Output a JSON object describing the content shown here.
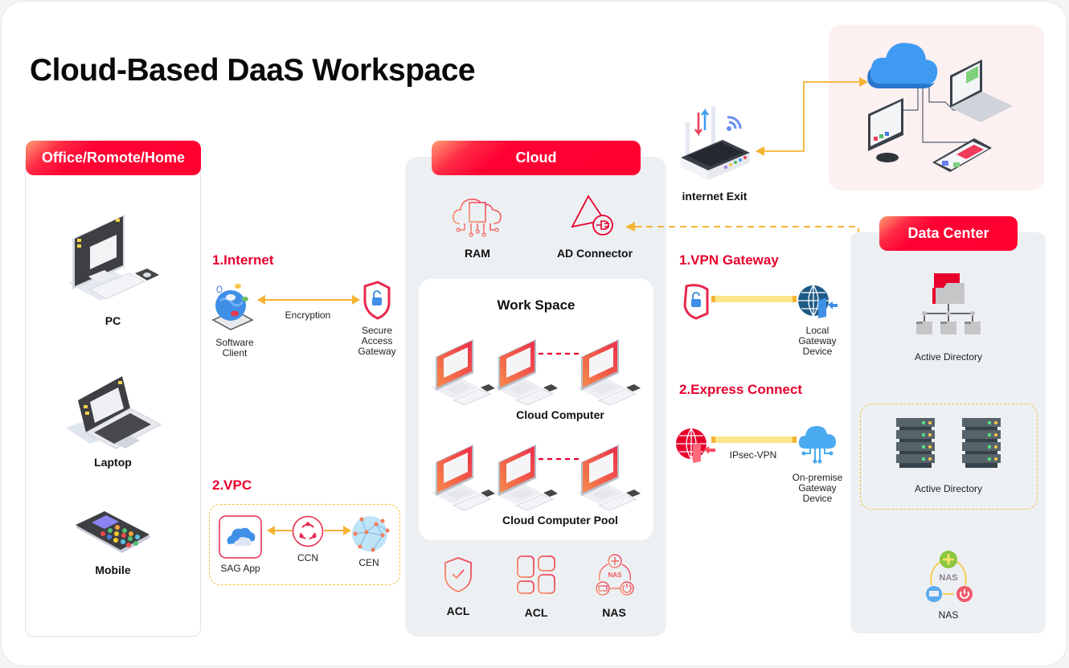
{
  "title": "Cloud-Based DaaS Workspace",
  "colors": {
    "accent": "#ff0033",
    "arrow": "#f5b335",
    "link_bar": "#fde68a",
    "panel_grey": "#edf0f3"
  },
  "office": {
    "header": "Office/Romote/Home",
    "devices": [
      {
        "label": "PC",
        "icon": "desktop-pc-icon"
      },
      {
        "label": "Laptop",
        "icon": "laptop-icon"
      },
      {
        "label": "Mobile",
        "icon": "mobile-phone-icon"
      }
    ]
  },
  "internet": {
    "heading": "1.Internet",
    "client_label_1": "Software",
    "client_label_2": "Client",
    "link_label": "Encryption",
    "gateway_label_1": "Secure",
    "gateway_label_2": "Access",
    "gateway_label_3": "Gateway"
  },
  "vpc": {
    "heading": "2.VPC",
    "items": [
      {
        "label": "SAG App",
        "icon": "sag-cloud-icon"
      },
      {
        "label": "CCN",
        "icon": "ccn-icon"
      },
      {
        "label": "CEN",
        "icon": "cen-globe-icon"
      }
    ]
  },
  "cloud": {
    "header": "Cloud",
    "services": [
      {
        "label": "RAM",
        "icon": "ram-cloud-icon"
      },
      {
        "label": "AD Connector",
        "icon": "ad-connector-icon"
      }
    ],
    "workspace": {
      "title": "Work Space",
      "row1_label": "Cloud Computer",
      "row2_label": "Cloud Computer Pool"
    },
    "bottom": [
      {
        "label": "ACL",
        "icon": "shield-check-icon"
      },
      {
        "label": "ACL",
        "icon": "grid-icon"
      },
      {
        "label": "NAS",
        "icon": "nas-icon"
      }
    ]
  },
  "internet_exit": {
    "label": "internet Exit"
  },
  "vpn": {
    "heading": "1.VPN Gateway",
    "device_label_1": "Local",
    "device_label_2": "Gateway",
    "device_label_3": "Device"
  },
  "express": {
    "heading": "2.Express Connect",
    "link_label": "IPsec-VPN",
    "device_label_1": "On-premise",
    "device_label_2": "Gateway",
    "device_label_3": "Device"
  },
  "datacenter": {
    "header": "Data Center",
    "ad_label": "Active Directory",
    "servers_label": "Active Directory",
    "nas_label": "NAS",
    "nas_badge": "NAS"
  },
  "nas_icon_text": "NAS"
}
